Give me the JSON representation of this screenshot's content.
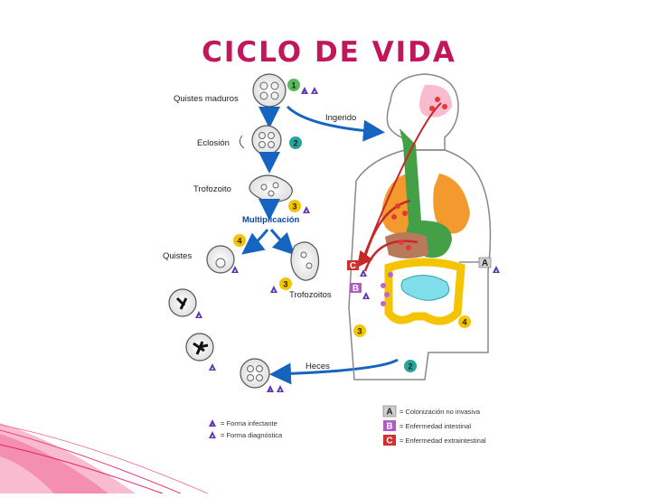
{
  "title": "CICLO DE VIDA",
  "stages": {
    "quistes_maduros": "Quistes maduros",
    "eclosion": "Eclosión",
    "trofozoito": "Trofozoito",
    "multiplicacion": "Multiplicación",
    "quistes": "Quistes",
    "trofozoitos": "Trofozoitos",
    "ingerido": "Ingerido",
    "heces": "Heces"
  },
  "numbers": {
    "n1": "1",
    "n2": "2",
    "n3": "3",
    "n4": "4",
    "body3": "3",
    "body4": "4",
    "body2": "2"
  },
  "markers": {
    "i": "i",
    "d": "d"
  },
  "body_letters": {
    "a": "A",
    "b": "B",
    "c": "C"
  },
  "legend_left": {
    "infectante": "= Forma infectante",
    "diagnostica": "= Forma diagnóstica"
  },
  "legend_right": [
    {
      "letter": "A",
      "text": "= Colonización no invasiva",
      "color": "#cfcfcf"
    },
    {
      "letter": "B",
      "text": "= Enfermedad intestinal",
      "color": "#b05cc8"
    },
    {
      "letter": "C",
      "text": "= Enfermedad extraintestinal",
      "color": "#d32f2f"
    }
  ],
  "colors": {
    "title": "#c2185b",
    "arrow_blue": "#1565c0",
    "marker_purple": "#5e35b1",
    "green_num": "#5cb85c",
    "teal_num": "#26a69a",
    "yellow_num": "#f5c400",
    "lungs": "#f29a2e",
    "stomach": "#43a047",
    "red_path": "#c62828",
    "ribbon": "#e91e63"
  }
}
